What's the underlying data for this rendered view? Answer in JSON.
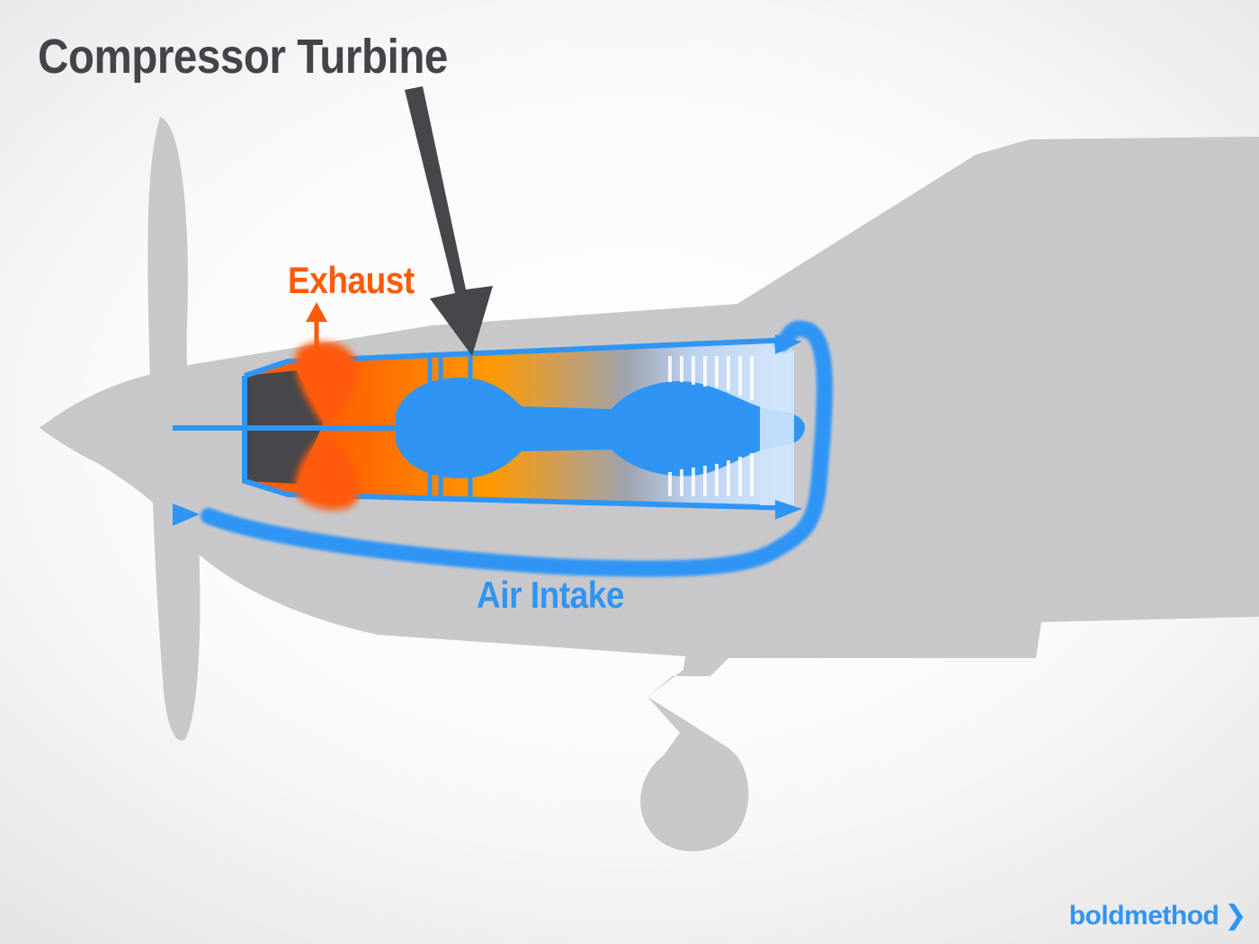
{
  "title": "Compressor Turbine",
  "labels": {
    "exhaust": "Exhaust",
    "air_intake": "Air Intake"
  },
  "brand": {
    "name": "boldmethod",
    "chevron": "❯"
  },
  "colors": {
    "fuselage": "#c8c8ca",
    "airflow": "#2f95f5",
    "exhaust": "#ff5a0a",
    "combustion": "#ff9a00",
    "pointer_arrow": "#46464b",
    "gearbox": "#46464b",
    "title_text": "#434349"
  }
}
